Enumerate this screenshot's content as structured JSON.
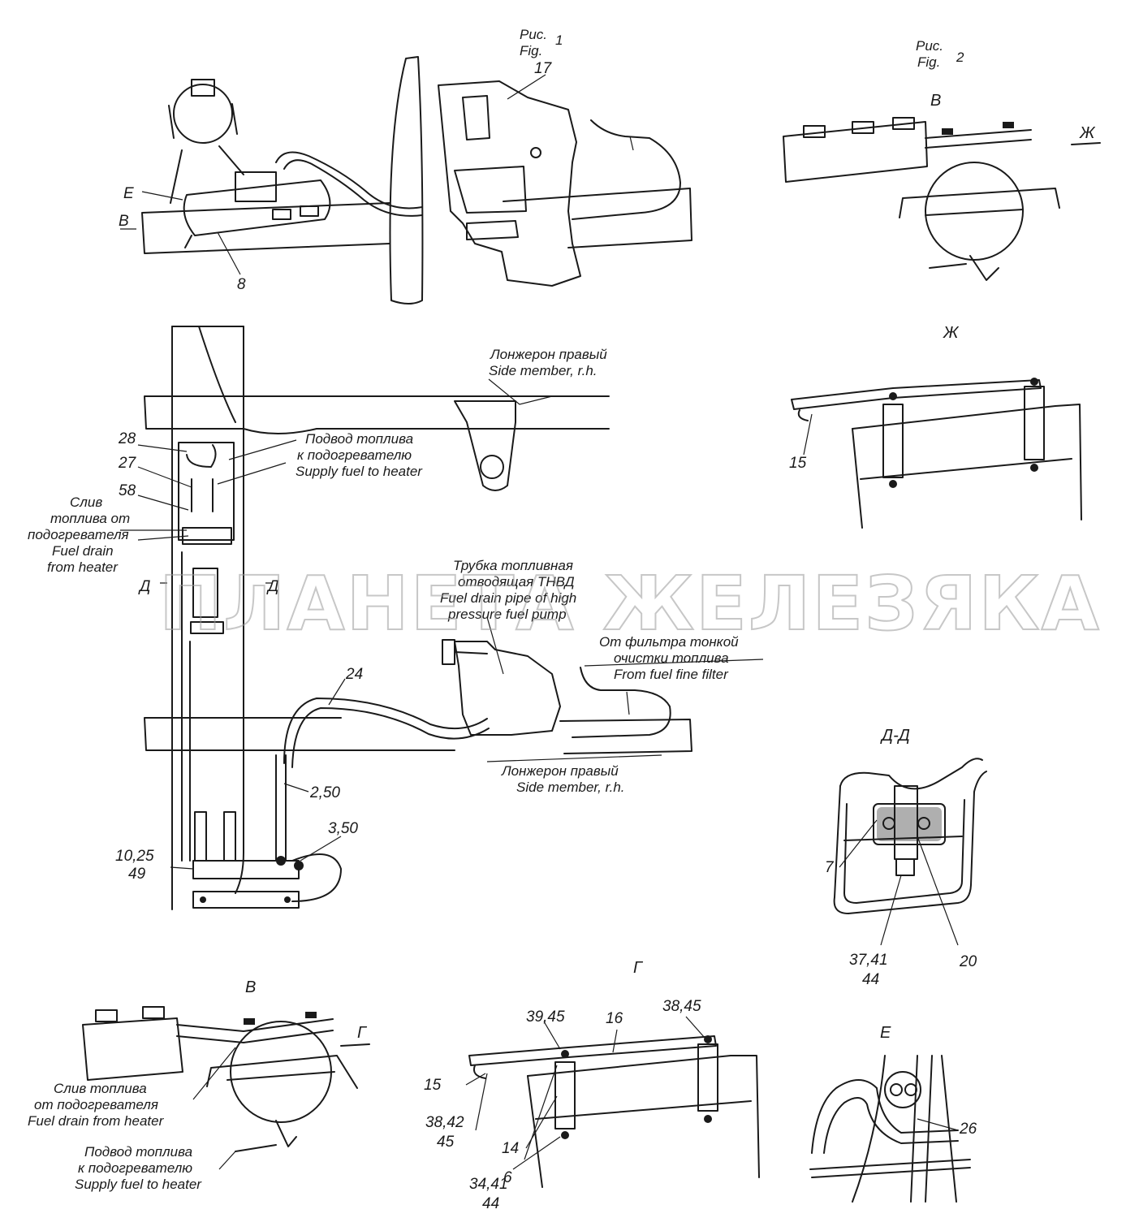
{
  "figures": {
    "fig1_caption_ru": "Рис.",
    "fig1_caption_en": "Fig.",
    "fig1_num": "1",
    "fig2_caption_ru": "Рис.",
    "fig2_caption_en": "Fig.",
    "fig2_num": "2"
  },
  "views": {
    "v_top": "В",
    "zh_top": "Ж",
    "zh_view": "Ж",
    "dd_view": "Д-Д",
    "v_bottom": "В",
    "g_marker": "Г",
    "g_view": "Г",
    "e_view": "Е",
    "e_marker": "Е",
    "v_marker": "В",
    "d_left": "Д",
    "d_right": "Д"
  },
  "callouts": {
    "n8": "8",
    "n17": "17",
    "n28": "28",
    "n27": "27",
    "n58": "58",
    "n24": "24",
    "n2_50": "2,50",
    "n3_50": "3,50",
    "n10_25": "10,25",
    "n49": "49",
    "n15a": "15",
    "n7": "7",
    "n20": "20",
    "n37_41": "37,41",
    "n44a": "44",
    "n39_45": "39,45",
    "n16": "16",
    "n38_45": "38,45",
    "n15b": "15",
    "n14": "14",
    "n38_42": "38,42",
    "n45": "45",
    "n6": "6",
    "n34_41": "34,41",
    "n44b": "44",
    "n26": "26"
  },
  "labels": {
    "side_member_ru_1": "Лонжерон правый",
    "side_member_en_1": "Side member, r.h.",
    "supply_ru_1": "Подвод топлива",
    "supply_ru_2": "к подогревателю",
    "supply_en": "Supply fuel to heater",
    "drain_ru_1": "Слив",
    "drain_ru_2": "топлива от",
    "drain_ru_3": "подогревателя",
    "drain_en_1": "Fuel drain",
    "drain_en_2": "from heater",
    "tube_ru_1": "Трубка топливная",
    "tube_ru_2": "отводящая ТНВД",
    "tube_en_1": "Fuel drain pipe of high",
    "tube_en_2": "pressure fuel pump",
    "filter_ru_1": "От фильтра тонкой",
    "filter_ru_2": "очистки топлива",
    "filter_en": "From fuel fine filter",
    "side_member_ru_2": "Лонжерон правый",
    "side_member_en_2": "Side member, r.h.",
    "bl_drain_ru_1": "Слив топлива",
    "bl_drain_ru_2": "от подогревателя",
    "bl_drain_en": "Fuel drain from heater",
    "bl_supply_ru_1": "Подвод топлива",
    "bl_supply_ru_2": "к подогревателю",
    "bl_supply_en": "Supply fuel to heater"
  },
  "watermark": "ПЛАНЕТА ЖЕЛЕЗЯКА"
}
